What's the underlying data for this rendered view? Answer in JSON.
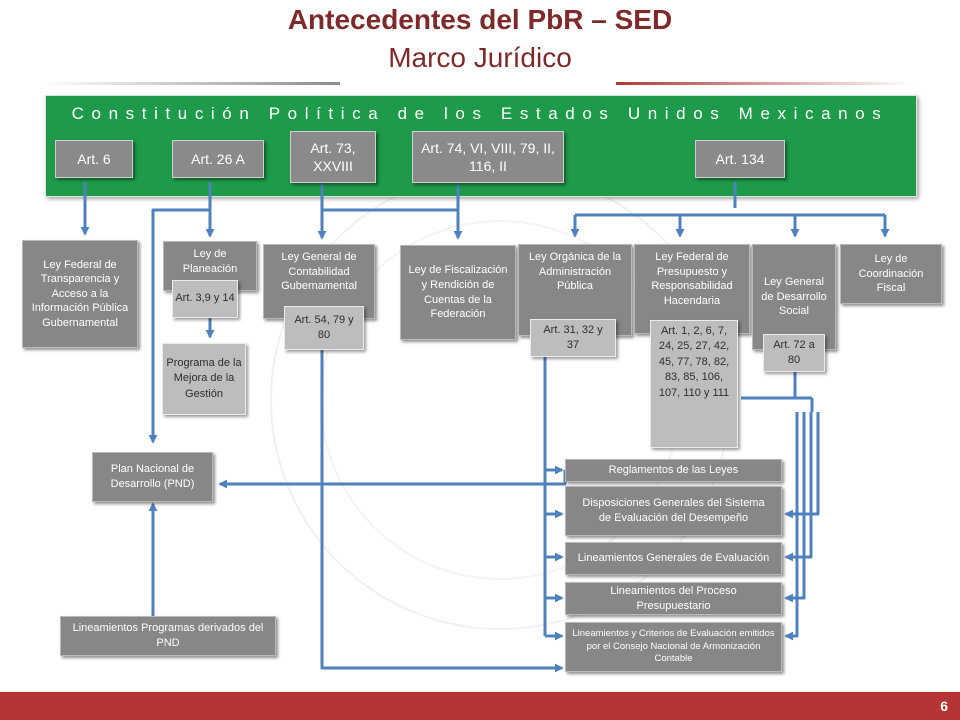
{
  "title": "Antecedentes del PbR – SED",
  "subtitle": "Marco Jurídico",
  "constitution": "Constitución Política de los Estados Unidos Mexicanos",
  "articles": [
    "Art. 6",
    "Art. 26 A",
    "Art. 73, XXVIII",
    "Art. 74, VI, VIII, 79, II, 116, II",
    "Art. 134"
  ],
  "laws": [
    "Ley Federal de Transparencia y Acceso a la Información Pública Gubernamental",
    "Ley de Planeación",
    "Ley General de Contabilidad Gubernamental",
    "Ley de Fiscalización y Rendición de Cuentas de la Federación",
    "Ley Orgánica de la Administración Pública",
    "Ley Federal de Presupuesto y Responsabilidad Hacendaria",
    "Ley General de Desarrollo Social",
    "Ley de Coordinación Fiscal"
  ],
  "law_articles": {
    "planeacion": "Art. 3,9 y 14",
    "contabilidad": "Art. 54, 79 y 80",
    "organica": "Art. 31, 32 y 37",
    "presupuesto": "Art. 1, 2, 6, 7, 24, 25, 27, 42, 45, 77, 78, 82, 83, 85, 106, 107, 110 y 111",
    "desarrollo_social": "Art. 72 a 80"
  },
  "programa_mejora": "Programa de la Mejora de la Gestión",
  "pnd": "Plan Nacional de Desarrollo (PND)",
  "lineamientos_pnd": "Lineamientos Programas derivados del PND",
  "outputs": [
    "Reglamentos de las Leyes",
    "Disposiciones Generales del Sistema de Evaluación del Desempeño",
    "Lineamientos Generales de Evaluación",
    "Lineamientos del Proceso Presupuestario",
    "Lineamientos y Criterios de Evaluación emitidos por el Consejo Nacional de Armonización Contable"
  ],
  "page_number": "6",
  "colors": {
    "title": "#7d2a2a",
    "panel": "#1d9a4a",
    "arrow": "#4f81bd",
    "footer": "#b53434",
    "box": "#878787",
    "sub_box": "#bdbdbd"
  }
}
